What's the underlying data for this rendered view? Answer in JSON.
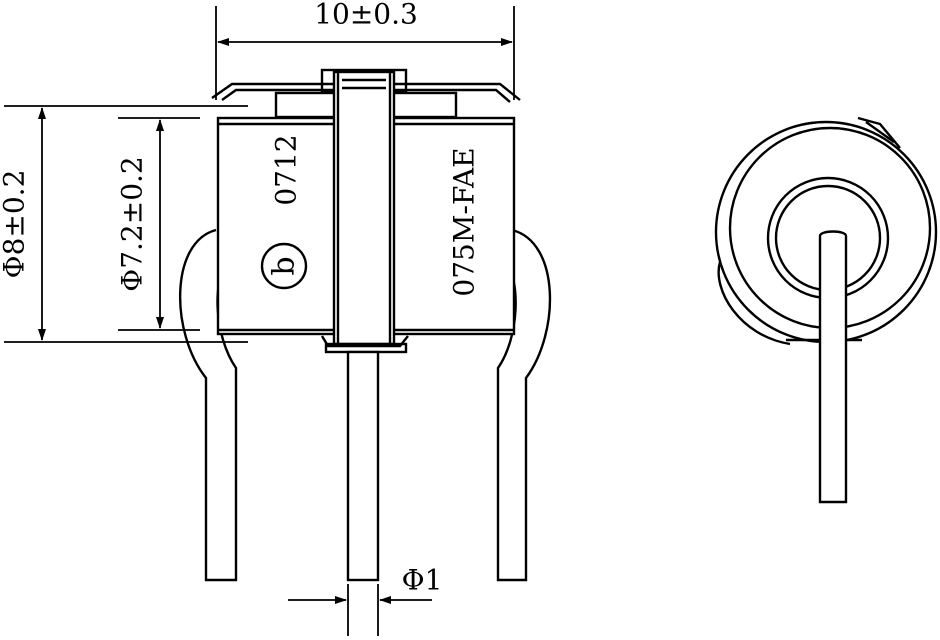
{
  "dimensions": {
    "width_label": "10±0.3",
    "outer_diameter_label": "Φ8±0.2",
    "inner_diameter_label": "Φ7.2±0.2",
    "lead_diameter_label": "Φ1"
  },
  "body_markings": {
    "date_code": "0712",
    "logo_letter": "b",
    "part_number": "075M-FAE"
  }
}
